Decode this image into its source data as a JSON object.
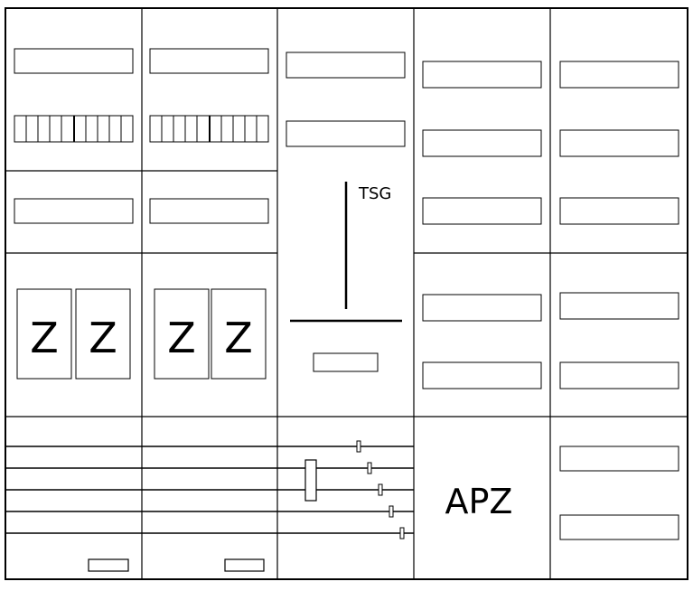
{
  "labels": {
    "tsg": "TSG",
    "apz": "APZ",
    "meter": "Z"
  },
  "colors": {
    "line": "#000000",
    "background": "#ffffff"
  }
}
